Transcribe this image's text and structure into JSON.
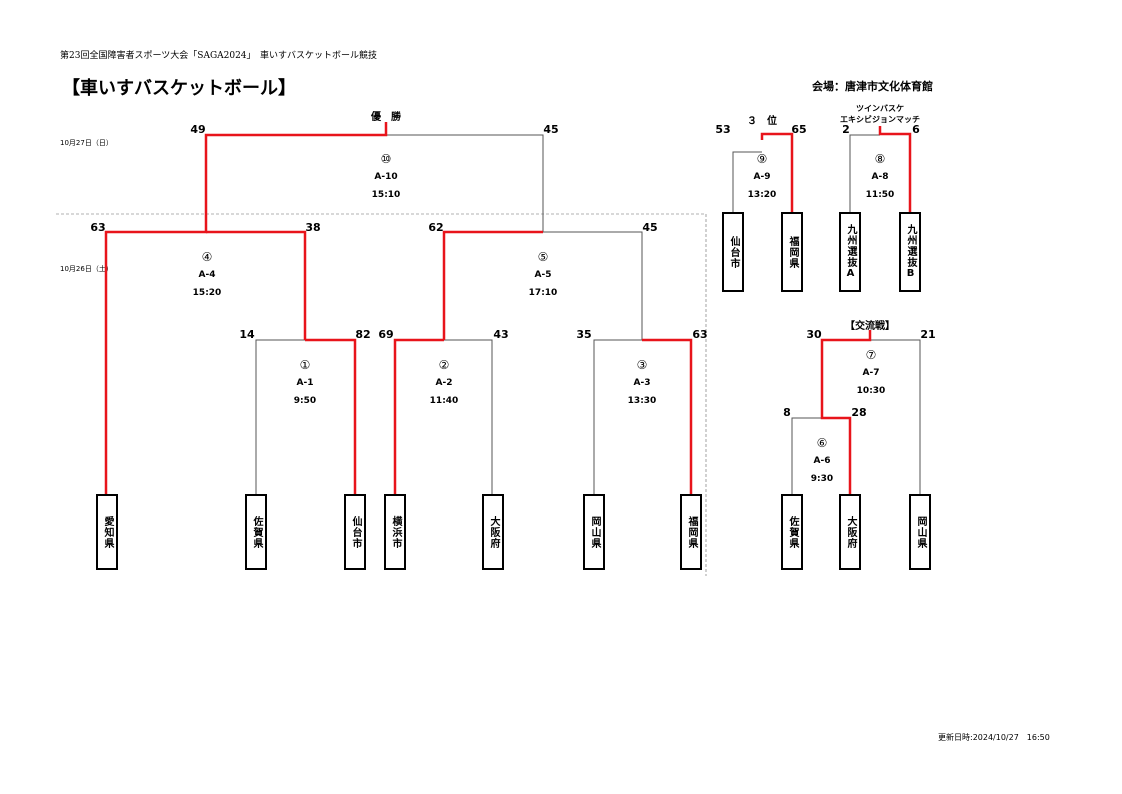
{
  "header": {
    "subtitle": "第23回全国障害者スポーツ大会「SAGA2024」　車いすバスケットボール競技",
    "title": "【車いすバスケットボール】",
    "venue": "会場：唐津市文化体育館",
    "date_day2": "10月27日（日）",
    "date_day1": "10月26日（土）",
    "updated": "更新日時:2024/10/27　16:50"
  },
  "labels": {
    "champion": "優　勝",
    "third_place": "３　位",
    "exhibition_line1": "ツインバスケ",
    "exhibition_line2": "エキシビジョンマッチ",
    "exchange": "【交流戦】"
  },
  "teams": {
    "aichi": "愛知県",
    "saga": "佐賀県",
    "sendai": "仙台市",
    "yokohama": "横浜市",
    "osaka": "大阪府",
    "okayama": "岡山県",
    "fukuoka": "福岡県",
    "sendai2": "仙台市",
    "fukuoka2": "福岡県",
    "kyushuA": "九州選抜A",
    "kyushuB": "九州選抜B",
    "saga2": "佐賀県",
    "osaka2": "大阪府",
    "okayama2": "岡山県"
  },
  "games": {
    "g1": {
      "num": "①",
      "code": "A-1",
      "time": "9:50",
      "left_score": "14",
      "right_score": "82"
    },
    "g2": {
      "num": "②",
      "code": "A-2",
      "time": "11:40",
      "left_score": "69",
      "right_score": "43"
    },
    "g3": {
      "num": "③",
      "code": "A-3",
      "time": "13:30",
      "left_score": "35",
      "right_score": "63"
    },
    "g4": {
      "num": "④",
      "code": "A-4",
      "time": "15:20",
      "left_score": "63",
      "right_score": "38"
    },
    "g5": {
      "num": "⑤",
      "code": "A-5",
      "time": "17:10",
      "left_score": "62",
      "right_score": "45"
    },
    "g6": {
      "num": "⑥",
      "code": "A-6",
      "time": "9:30",
      "left_score": "8",
      "right_score": "28"
    },
    "g7": {
      "num": "⑦",
      "code": "A-7",
      "time": "10:30",
      "left_score": "30",
      "right_score": "21"
    },
    "g8": {
      "num": "⑧",
      "code": "A-8",
      "time": "11:50",
      "left_score": "2",
      "right_score": "6"
    },
    "g9": {
      "num": "⑨",
      "code": "A-9",
      "time": "13:20",
      "left_score": "53",
      "right_score": "65"
    },
    "g10": {
      "num": "⑩",
      "code": "A-10",
      "time": "15:10",
      "left_score": "49",
      "right_score": "45"
    }
  },
  "colors": {
    "winner_line": "#e8141b",
    "loser_line": "#555555"
  }
}
